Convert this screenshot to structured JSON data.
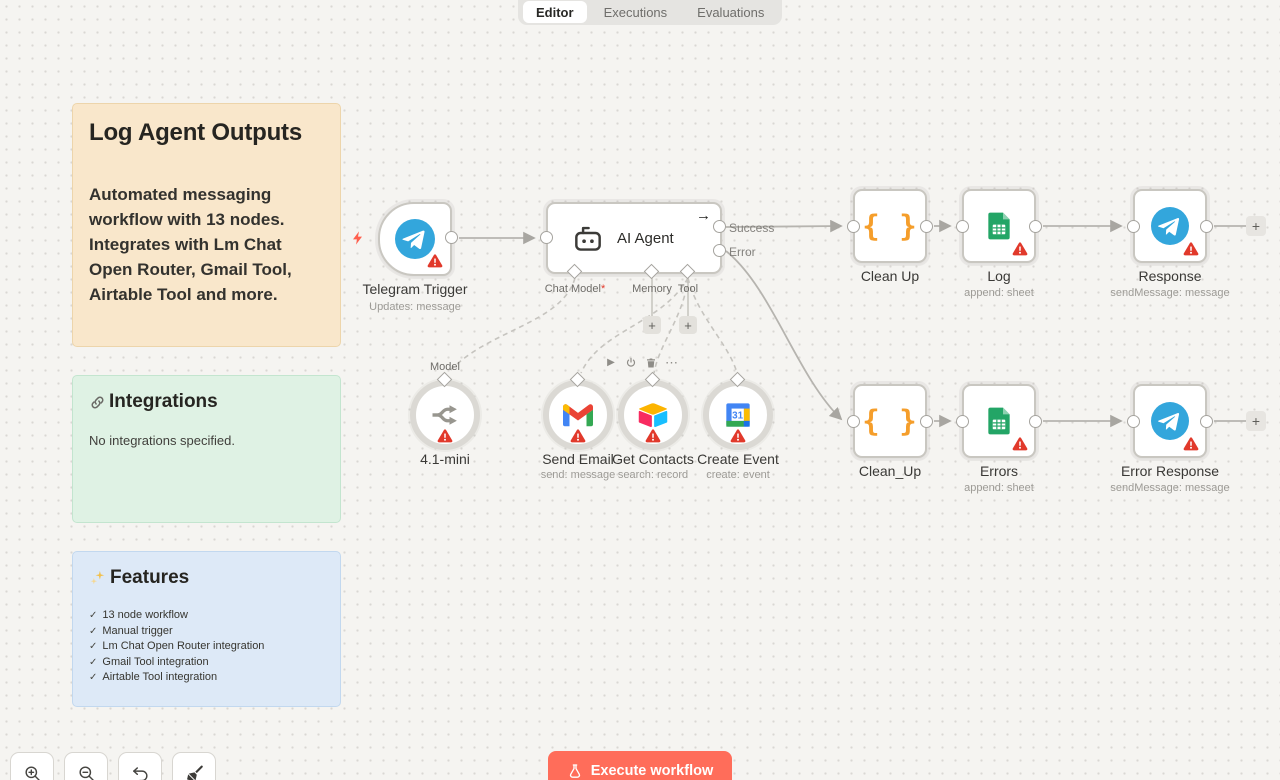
{
  "tabs": [
    {
      "label": "Editor",
      "active": true
    },
    {
      "label": "Executions",
      "active": false
    },
    {
      "label": "Evaluations",
      "active": false
    }
  ],
  "notes": {
    "summary": {
      "title": "Log Agent Outputs",
      "body": "Automated messaging workflow with 13 nodes. Integrates with Lm Chat Open Router, Gmail Tool, Airtable Tool and more."
    },
    "integrations": {
      "icon": "link-icon",
      "title": "Integrations",
      "body": "No integrations specified."
    },
    "features": {
      "icon": "sparkles-icon",
      "title": "Features",
      "items": [
        "13 node workflow",
        "Manual trigger",
        "Lm Chat Open Router integration",
        "Gmail Tool integration",
        "Airtable Tool integration"
      ]
    }
  },
  "nodes": {
    "telegram_trigger": {
      "name": "Telegram Trigger",
      "subtitle": "Updates: message"
    },
    "ai_agent": {
      "name": "AI Agent",
      "outputs": [
        "Success",
        "Error"
      ],
      "sub_ports": [
        {
          "label": "Chat Model",
          "required": "*"
        },
        {
          "label": "Memory",
          "required": ""
        },
        {
          "label": "Tool",
          "required": ""
        }
      ]
    },
    "model": {
      "port_label": "Model",
      "name": "4.1-mini"
    },
    "send_email": {
      "name": "Send Email",
      "subtitle": "send: message"
    },
    "get_contacts": {
      "name": "Get Contacts",
      "subtitle": "search: record"
    },
    "create_event": {
      "name": "Create Event",
      "subtitle": "create: event",
      "calendar_day": "31"
    },
    "clean_up": {
      "name": "Clean Up"
    },
    "log": {
      "name": "Log",
      "subtitle": "append: sheet"
    },
    "response": {
      "name": "Response",
      "subtitle": "sendMessage: message"
    },
    "clean_up_error": {
      "name": "Clean_Up"
    },
    "errors": {
      "name": "Errors",
      "subtitle": "append: sheet"
    },
    "error_response": {
      "name": "Error Response",
      "subtitle": "sendMessage: message"
    }
  },
  "glyphs": {
    "plus": "+",
    "arrow": "→",
    "braces": "{ }",
    "play": "▶",
    "more": "⋯",
    "check": "✓"
  },
  "execute": {
    "label": "Execute workflow"
  },
  "colors": {
    "accent": "#ff6d5a",
    "note_orange": "#f9e7cb",
    "note_green": "#dff2e4",
    "note_blue": "#dde9f7",
    "warning": "#e1392b",
    "brace_orange": "#f59e2b"
  }
}
